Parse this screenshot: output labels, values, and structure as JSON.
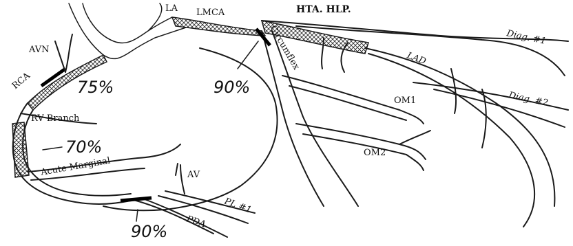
{
  "header": {
    "title": "HTA. HLP."
  },
  "labels": {
    "la": "LA",
    "lmca": "LMCA",
    "avn": "AVN",
    "rca": "RCA",
    "rv_branch": "RV Branch",
    "acute_marginal": "Acute Marginal",
    "circumflex": "Circumflex",
    "lad": "LAD",
    "diag1": "Diag. #1",
    "diag2": "Diag. #2",
    "om1": "OM1",
    "om2": "OM2",
    "av": "AV",
    "pda": "PDA",
    "pl1": "PL #1"
  },
  "annotations": {
    "rca_proximal": "75%",
    "circumflex_proximal": "90%",
    "rca_mid": "70%",
    "pda_origin": "90%"
  },
  "colors": {
    "ink": "#1a1a1a",
    "background": "#ffffff"
  }
}
